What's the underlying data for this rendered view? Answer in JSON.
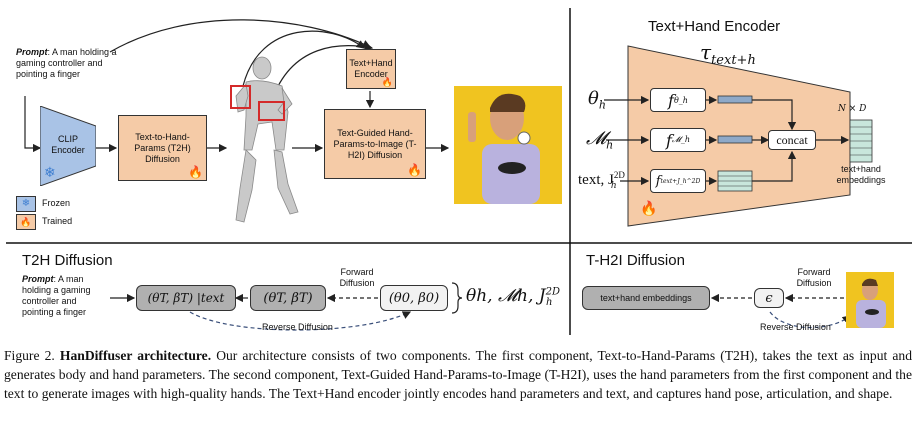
{
  "overview": {
    "prompt_label": "Prompt",
    "prompt_text": ": A man holding a gaming controller and pointing a finger",
    "clip_encoder": "CLIP Encoder",
    "t2h": "Text-to-Hand-Params (T2H) Diffusion",
    "text_hand_encoder": "Text+Hand Encoder",
    "th2i": "Text-Guided Hand-Params-to-Image (T-H2I) Diffusion",
    "legend_frozen": "Frozen",
    "legend_trained": "Trained"
  },
  "encoder": {
    "title": "Text+Hand Encoder",
    "tau_symbol": "τ",
    "tau_sub": "text+h",
    "in1": "θ",
    "in1_sub": "h",
    "in2": "𝓜",
    "in2_sub": "h",
    "in3": "text, J",
    "in3_sup": "2D",
    "in3_sub": "h",
    "f1": "f",
    "f1_sub": "θ_h",
    "f2": "f",
    "f2_sub": "𝓜_h",
    "f3": "f",
    "f3_sub": "text+J_h^2D",
    "concat": "concat",
    "dims": "N × D",
    "out_label": "text+hand embeddings"
  },
  "t2h": {
    "title": "T2H Diffusion",
    "prompt_label": "Prompt",
    "prompt_text": ": A man holding a gaming controller and pointing a finger",
    "node1": "(θT, βT) |text",
    "node2": "(θT, βT)",
    "node3": "(θ0, β0)",
    "output": "θh, 𝓜h, J",
    "output_sup": "2D",
    "output_sub": "h",
    "forward": "Forward Diffusion",
    "reverse": "Reverse Diffusion"
  },
  "th2i": {
    "title": "T-H2I Diffusion",
    "embeddings": "text+hand embeddings",
    "epsilon": "ϵ",
    "forward": "Forward Diffusion",
    "reverse": "Reverse Diffusion"
  },
  "caption": {
    "prefix": "Figure 2. ",
    "bold": "HanDiffuser architecture.",
    "text": " Our architecture consists of two components. The first component, Text-to-Hand-Params (T2H), takes the text as input and generates body and hand parameters. The second component, Text-Guided Hand-Params-to-Image (T-H2I), uses the hand parameters from the first component and the text to generate images with high-quality hands. The Text+Hand encoder jointly encodes hand parameters and text, and captures hand pose, articulation, and shape."
  }
}
